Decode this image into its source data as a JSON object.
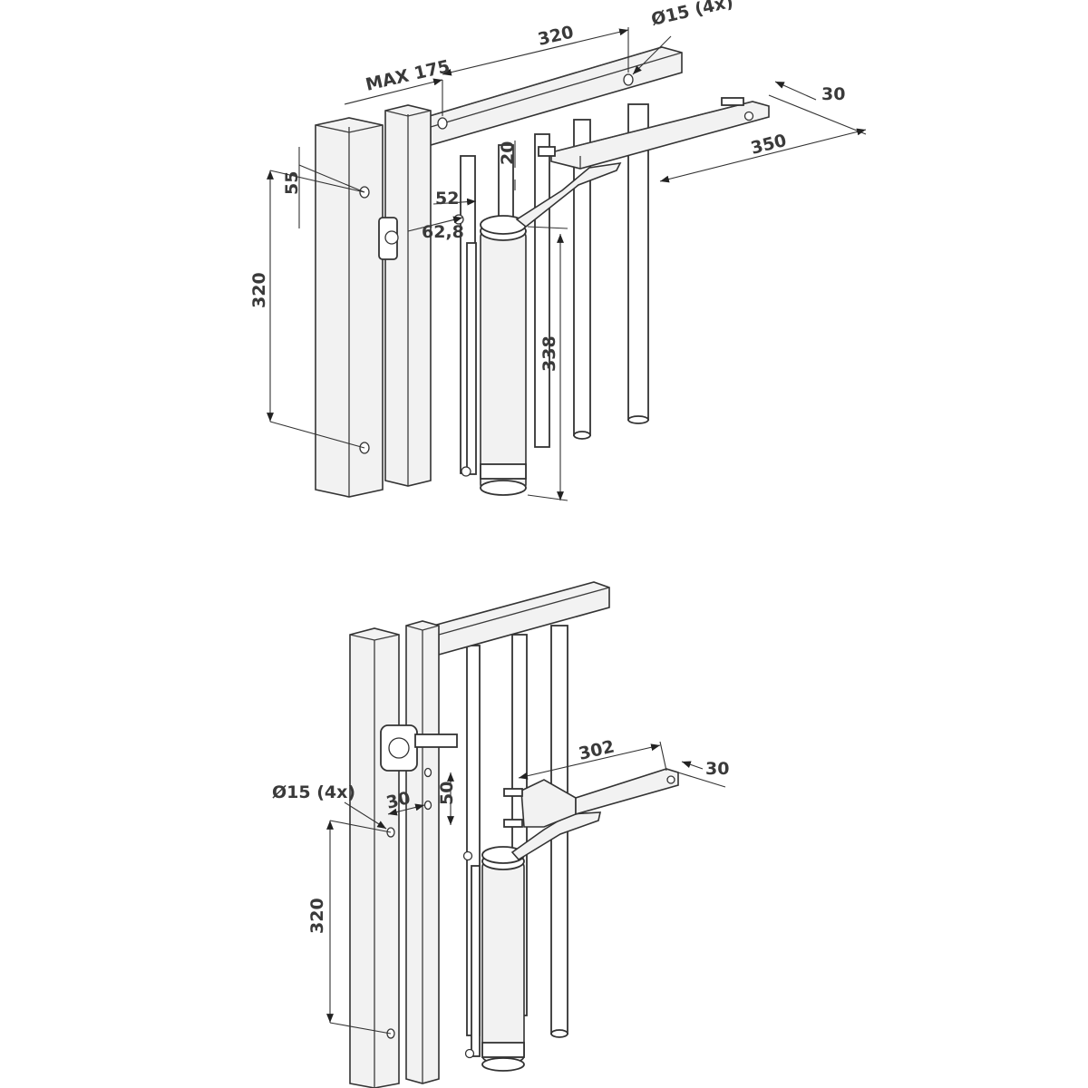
{
  "top_view": {
    "labels": {
      "max_offset": "MAX 175",
      "arm_holes_spacing": "320",
      "hole_diameter": "Ø15 (4x)",
      "arm_width": "30",
      "arm_length": "350",
      "arm_height": "20",
      "post_hole_offset": "55",
      "post_holes_spacing": "320",
      "bracket_width": "52",
      "bracket_offset": "62,8",
      "closer_length": "338"
    }
  },
  "bottom_view": {
    "labels": {
      "arm_length": "302",
      "arm_width": "30",
      "hole_diameter": "Ø15 (4x)",
      "hole_offset": "30",
      "hole_spacing": "50",
      "post_holes_spacing": "320"
    }
  }
}
